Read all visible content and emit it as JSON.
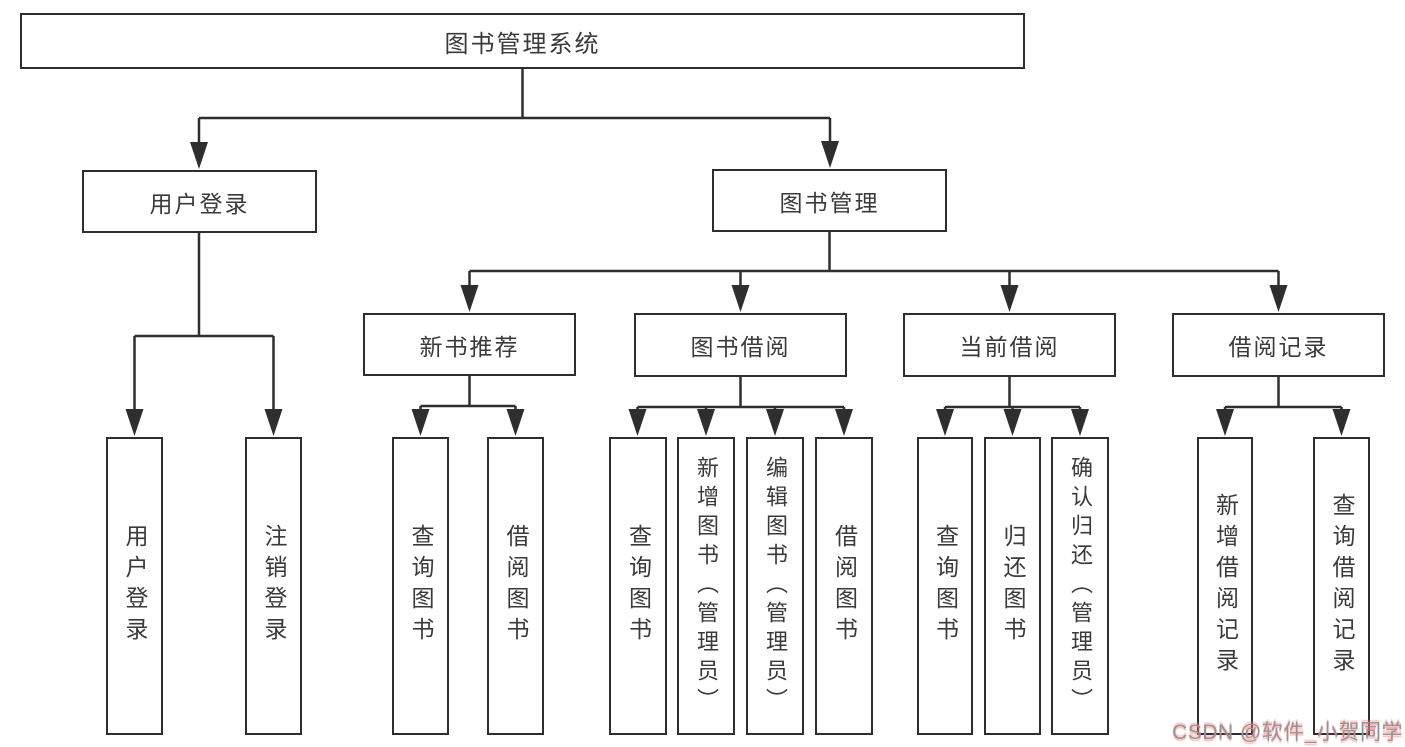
{
  "nodes": {
    "root": "图书管理系统",
    "user_login": "用户登录",
    "book_management": "图书管理",
    "new_book_recommend": "新书推荐",
    "book_borrow": "图书借阅",
    "current_borrow": "当前借阅",
    "borrow_records": "借阅记录",
    "login": "用户登录",
    "logout": "注销登录",
    "recommend_query_books": "查询图书",
    "recommend_borrow_books": "借阅图书",
    "borrow_query_books": "查询图书",
    "borrow_add_books": "新增图书（管理员）",
    "borrow_edit_books": "编辑图书（管理员）",
    "borrow_borrow_books": "借阅图书",
    "current_query_books": "查询图书",
    "current_return_books": "归还图书",
    "current_confirm_return": "确认归还（管理员）",
    "records_add_record": "新增借阅记录",
    "records_query_record": "查询借阅记录"
  },
  "hierarchy": {
    "图书管理系统": {
      "用户登录": [
        "用户登录",
        "注销登录"
      ],
      "图书管理": {
        "新书推荐": [
          "查询图书",
          "借阅图书"
        ],
        "图书借阅": [
          "查询图书",
          "新增图书（管理员）",
          "编辑图书（管理员）",
          "借阅图书"
        ],
        "当前借阅": [
          "查询图书",
          "归还图书",
          "确认归还（管理员）"
        ],
        "借阅记录": [
          "新增借阅记录",
          "查询借阅记录"
        ]
      }
    }
  },
  "watermark": "CSDN @软件_小贺同学",
  "colors": {
    "line": "#2e2e2e",
    "box_border": "#2e2e2e",
    "text": "#3a3a3a",
    "background": "#ffffff",
    "watermark_text": "#949494",
    "watermark_glow": "#ff7878"
  }
}
